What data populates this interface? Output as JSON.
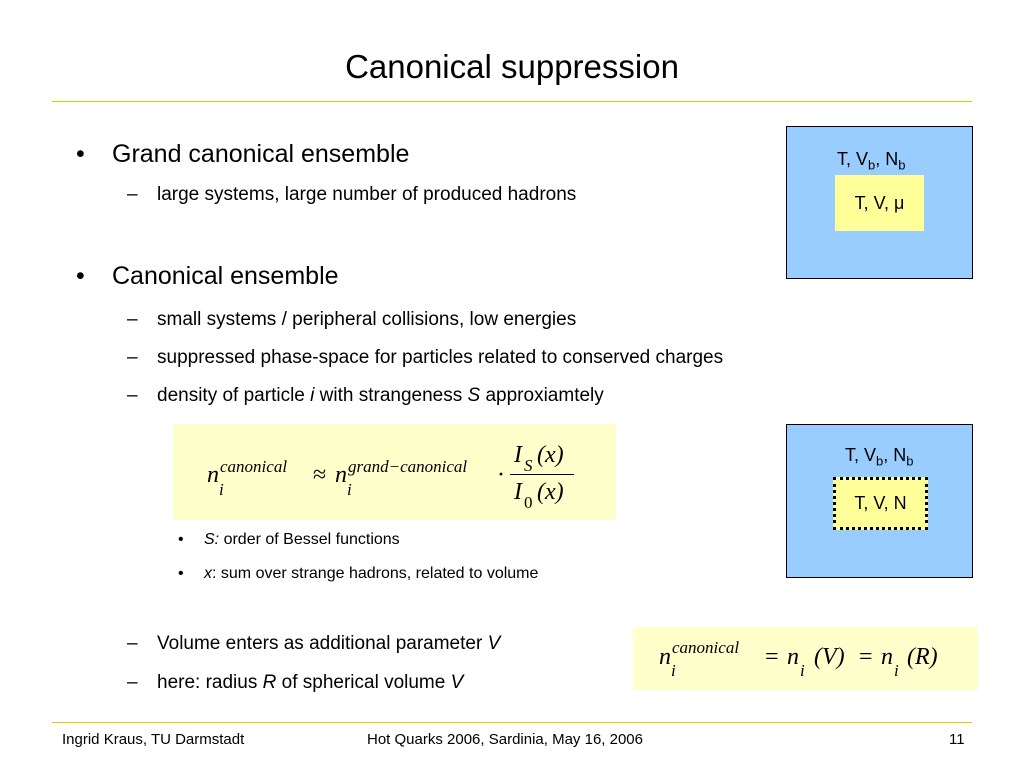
{
  "title": "Canonical suppression",
  "bullets": {
    "b1": "Grand canonical ensemble",
    "b1_sub1": "large systems, large number of produced hadrons",
    "b2": "Canonical ensemble",
    "b2_sub1": "small systems / peripheral collisions, low energies",
    "b2_sub2": "suppressed phase-space for particles related to conserved charges",
    "b2_sub3_pre": "density of particle ",
    "b2_sub3_i": "i",
    "b2_sub3_mid": " with strangeness ",
    "b2_sub3_S": "S",
    "b2_sub3_post": " approxiamtely",
    "small1_it": "S:",
    "small1_rest": " order of Bessel functions",
    "small2_it": "x",
    "small2_rest": ": sum over strange hadrons, related to volume",
    "vol_pre": "Volume enters as additional parameter ",
    "vol_V": "V",
    "rad_pre": "here: radius ",
    "rad_R": "R",
    "rad_mid": " of spherical volume ",
    "rad_V": "V"
  },
  "markers": {
    "bullet": "•",
    "dash": "–"
  },
  "diagram_top": {
    "outer_T": "T, V",
    "outer_b1": "b",
    "outer_N": ", N",
    "outer_b2": "b",
    "inner": "T, V, μ"
  },
  "diagram_bottom": {
    "outer_T": "T, V",
    "outer_b1": "b",
    "outer_N": ", N",
    "outer_b2": "b",
    "inner": "T, V, N"
  },
  "formula1": {
    "n": "n",
    "i": "i",
    "sup_canonical": "canonical",
    "approx": "≈",
    "sup_grand": "grand−canonical",
    "dot": "·",
    "num_I": "I",
    "num_S": "S",
    "num_x": "(x)",
    "den_I": "I",
    "den_0": "0",
    "den_x": "(x)"
  },
  "formula2": {
    "n": "n",
    "i": "i",
    "sup_canonical": "canonical",
    "eq1": "=",
    "n2": "n",
    "i2": "i",
    "arg1": "(V)",
    "eq2": "=",
    "n3": "n",
    "i3": "i",
    "arg2": "(R)"
  },
  "footer": {
    "author": "Ingrid Kraus, TU Darmstadt",
    "event": "Hot Quarks 2006, Sardinia, May 16, 2006",
    "page": "11"
  },
  "colors": {
    "rule": "#f0c000",
    "outer_box": "#99ccff",
    "inner_box": "#ffff99",
    "formula_box": "#ffffcc"
  }
}
